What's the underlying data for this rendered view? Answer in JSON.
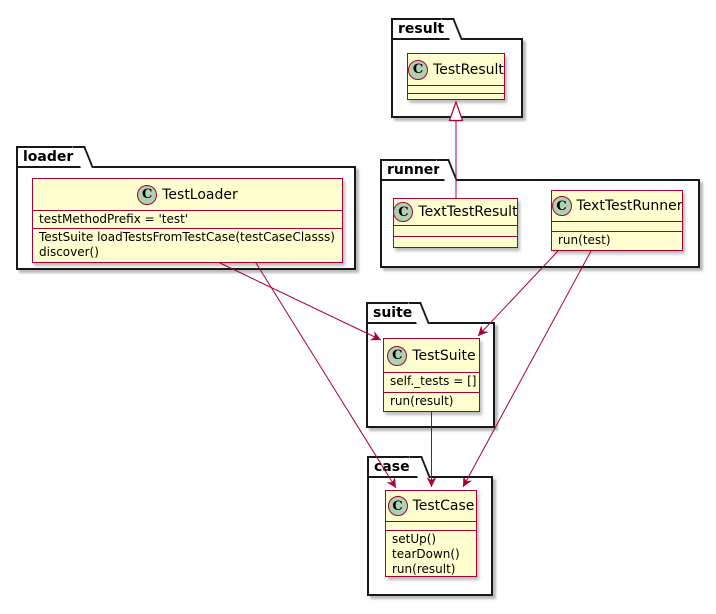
{
  "colors": {
    "class_fill": "#FEFECE",
    "class_border": "#A80036",
    "arrow": "#A80036",
    "circle_fill": "#ADD1B2",
    "package_border": "#181818",
    "bg": "#ffffff"
  },
  "icons": {
    "class_icon_letter": "C"
  },
  "packages": {
    "result": {
      "label": "result"
    },
    "loader": {
      "label": "loader"
    },
    "runner": {
      "label": "runner"
    },
    "suite": {
      "label": "suite"
    },
    "case": {
      "label": "case"
    }
  },
  "classes": {
    "test_result": {
      "name": "TestResult",
      "attributes": [],
      "methods": []
    },
    "test_loader": {
      "name": "TestLoader",
      "attributes": [
        "testMethodPrefix = 'test'"
      ],
      "methods": [
        "TestSuite loadTestsFromTestCase(testCaseClasss)",
        "discover()"
      ]
    },
    "text_test_result": {
      "name": "TextTestResult",
      "attributes": [],
      "methods": []
    },
    "text_test_runner": {
      "name": "TextTestRunner",
      "attributes": [],
      "methods": [
        "run(test)"
      ]
    },
    "test_suite": {
      "name": "TestSuite",
      "attributes": [
        "self._tests = []"
      ],
      "methods": [
        "run(result)"
      ]
    },
    "test_case": {
      "name": "TestCase",
      "attributes": [],
      "methods": [
        "setUp()",
        "tearDown()",
        "run(result)"
      ]
    }
  },
  "relations": [
    {
      "from": "TextTestResult",
      "to": "TestResult",
      "type": "inheritance"
    },
    {
      "from": "TestLoader",
      "to": "TestSuite",
      "type": "arrow"
    },
    {
      "from": "TestLoader",
      "to": "TestCase",
      "type": "arrow"
    },
    {
      "from": "TextTestRunner",
      "to": "TestSuite",
      "type": "arrow"
    },
    {
      "from": "TextTestRunner",
      "to": "TestCase",
      "type": "arrow"
    },
    {
      "from": "TestSuite",
      "to": "TestCase",
      "type": "arrow"
    }
  ]
}
